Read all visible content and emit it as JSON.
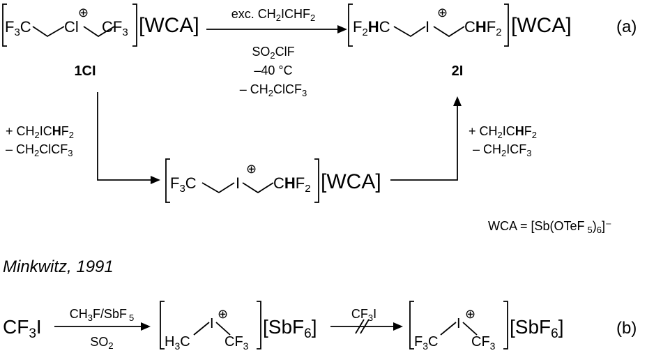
{
  "scheme": {
    "part_a_label": "(a)",
    "part_b_label": "(b)",
    "compound_1": "1CI",
    "compound_2": "2I",
    "wca_text": "[WCA]",
    "wca_definition": "WCA = [Sb(OTeF",
    "wca_def_sub1": "5",
    "wca_def_close": ")",
    "wca_def_sub2": "6",
    "wca_def_charge": "]⁻",
    "citation": "Minkwitz, 1991",
    "reagent_sb": "[SbF",
    "reagent_sb_sub": "6",
    "reagent_sb_close": "]"
  }
}
